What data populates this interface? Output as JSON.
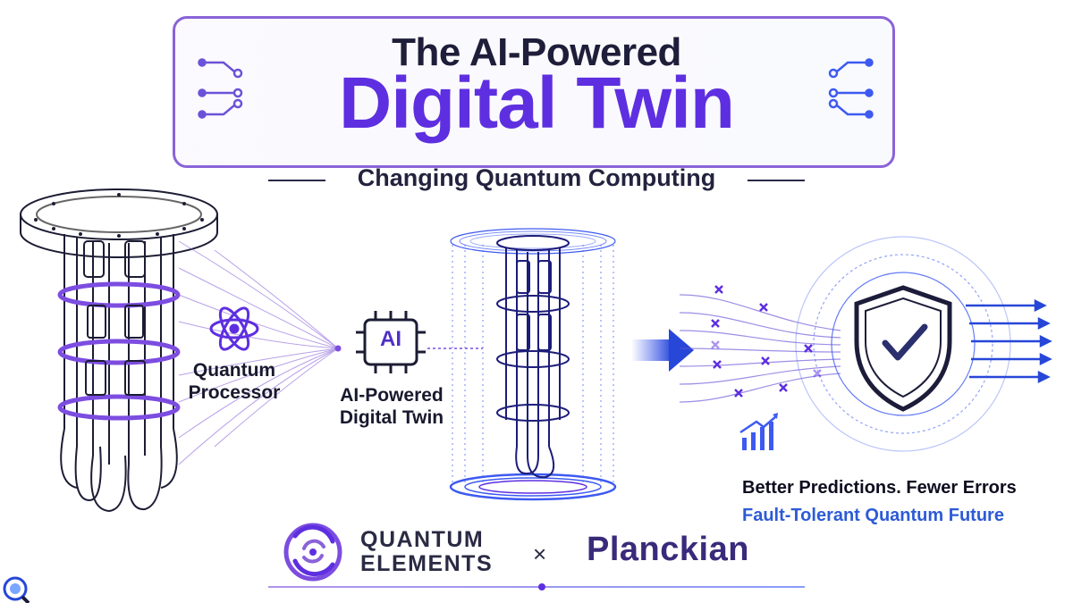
{
  "header": {
    "title_line1": "The AI-Powered",
    "title_line2": "Digital Twin",
    "subtitle": "Changing Quantum Computing"
  },
  "labels": {
    "quantum_processor_1": "Quantum",
    "quantum_processor_2": "Processor",
    "digital_twin_1": "AI-Powered",
    "digital_twin_2": "Digital Twin",
    "chip": "AI"
  },
  "taglines": {
    "line1": "Better Predictions. Fewer Errors",
    "line2": "Fault-Tolerant Quantum Future"
  },
  "brands": {
    "qe_line1": "QUANTUM",
    "qe_line2": "ELEMENTS",
    "separator": "×",
    "partner": "Planckian"
  },
  "colors": {
    "purple": "#5e2fe0",
    "blue": "#3d5af1",
    "navy": "#1e1e3a",
    "tagline_blue": "#2d5bd6"
  },
  "icons": [
    "atom-icon",
    "ai-chip-icon",
    "shield-check-icon",
    "growth-chart-icon",
    "arrow-right-icon",
    "quantum-elements-logo",
    "magnifier-logo"
  ]
}
